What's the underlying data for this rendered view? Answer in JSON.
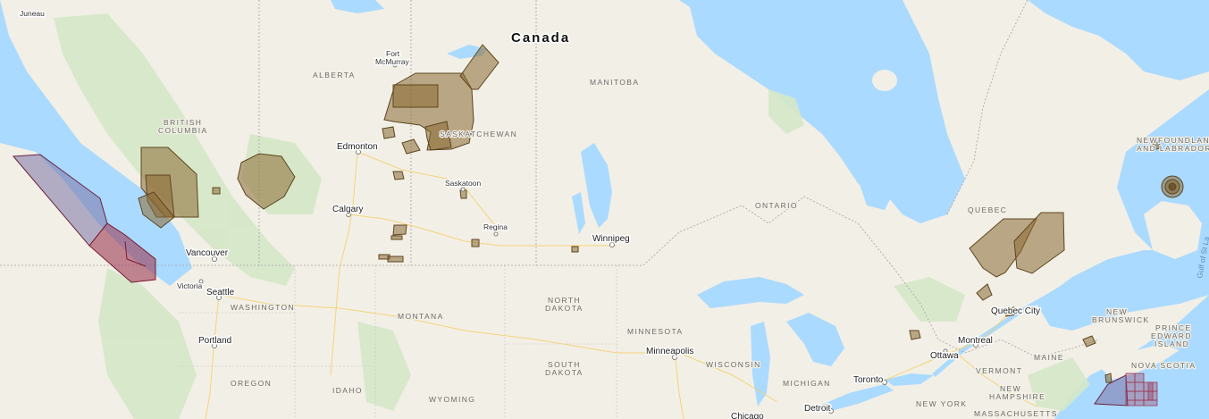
{
  "map": {
    "country_label": "Canada",
    "provinces": {
      "alberta": "ALBERTA",
      "british_columbia_1": "BRITISH",
      "british_columbia_2": "COLUMBIA",
      "saskatchewan": "SASKATCHEWAN",
      "manitoba": "MANITOBA",
      "ontario": "ONTARIO",
      "quebec": "QUEBEC",
      "newfoundland_1": "NEWFOUNDLAND",
      "newfoundland_2": "AND LABRADOR",
      "new_brunswick_1": "NEW",
      "new_brunswick_2": "BRUNSWICK",
      "pei_1": "PRINCE",
      "pei_2": "EDWARD",
      "pei_3": "ISLAND",
      "nova_scotia": "NOVA SCOTIA",
      "washington": "WASHINGTON",
      "montana": "MONTANA",
      "north_dakota_1": "NORTH",
      "north_dakota_2": "DAKOTA",
      "south_dakota_1": "SOUTH",
      "south_dakota_2": "DAKOTA",
      "minnesota": "MINNESOTA",
      "wisconsin": "WISCONSIN",
      "michigan": "MICHIGAN",
      "oregon": "OREGON",
      "idaho": "IDAHO",
      "wyoming": "WYOMING",
      "maine": "MAINE",
      "vermont": "VERMONT",
      "new_hampshire_1": "NEW",
      "new_hampshire_2": "HAMPSHIRE",
      "new_york": "NEW YORK",
      "massachusetts": "MASSACHUSETTS"
    },
    "cities": {
      "juneau": "Juneau",
      "fort_mcmurray_1": "Fort",
      "fort_mcmurray_2": "McMurray",
      "edmonton": "Edmonton",
      "calgary": "Calgary",
      "saskatoon": "Saskatoon",
      "regina": "Regina",
      "winnipeg": "Winnipeg",
      "vancouver": "Vancouver",
      "victoria": "Victoria",
      "seattle": "Seattle",
      "portland": "Portland",
      "minneapolis": "Minneapolis",
      "quebec_city": "Quebec City",
      "montreal": "Montreal",
      "ottawa": "Ottawa",
      "toronto": "Toronto",
      "detroit": "Detroit",
      "chicago": "Chicago"
    },
    "water": {
      "gulf_st_lawrence": "Gulf of St La"
    },
    "colors": {
      "land": "#f2efe6",
      "water": "#aadaff",
      "forest": "#d5e8c8",
      "oil_fill": "#8a6a33",
      "offshore_fill": "#7b74a6",
      "offshore_red": "#9c3a55"
    }
  }
}
